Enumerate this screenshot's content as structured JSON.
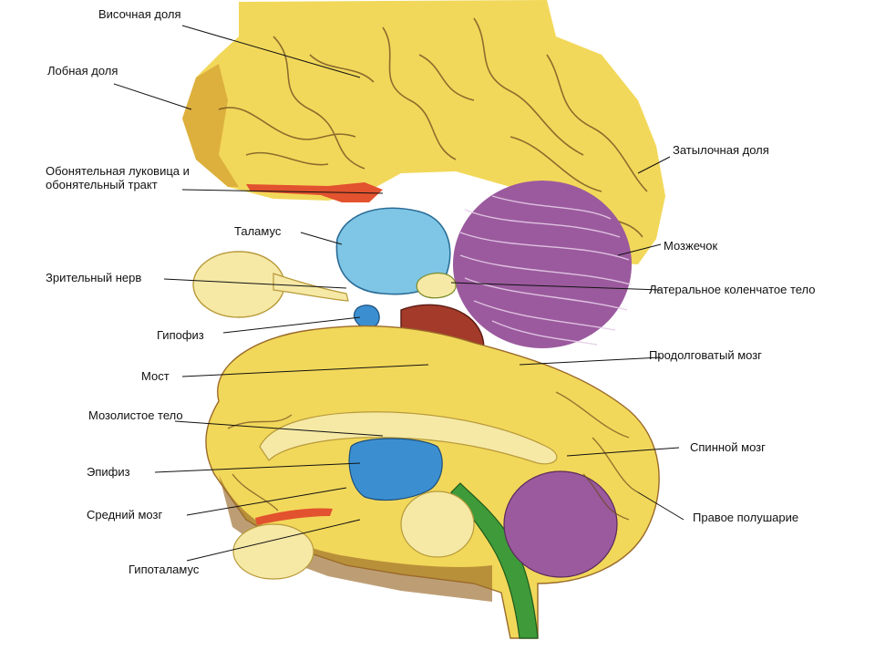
{
  "labels": {
    "temporal_lobe": "Височная доля",
    "frontal_lobe": "Лобная доля",
    "olfactory": "Обонятельная луковица и обонятельный тракт",
    "occipital_lobe": "Затылочная доля",
    "thalamus": "Таламус",
    "cerebellum": "Мозжечок",
    "optic_nerve": "Зрительный нерв",
    "lateral_geniculate": "Латеральное коленчатое тело",
    "pituitary": "Гипофиз",
    "medulla": "Продолговатый мозг",
    "pons": "Мост",
    "corpus_callosum": "Мозолистое тело",
    "spinal_cord": "Спинной мозг",
    "pineal": "Эпифиз",
    "right_hemisphere": "Правое полушарие",
    "midbrain": "Средний мозг",
    "hypothalamus": "Гипоталамус"
  },
  "colors": {
    "cortex": "#f2d85a",
    "cortex_shade": "#d9a93a",
    "cortex_dark": "#9a6a2a",
    "thalamus": "#7fc6e6",
    "cerebellum": "#9b5a9e",
    "brainstem": "#a33a2a",
    "spinal_cord": "#3f9a3a",
    "ventricle": "#3b8fd1",
    "olfactory": "#e2522e",
    "pale": "#f6e9a6"
  }
}
